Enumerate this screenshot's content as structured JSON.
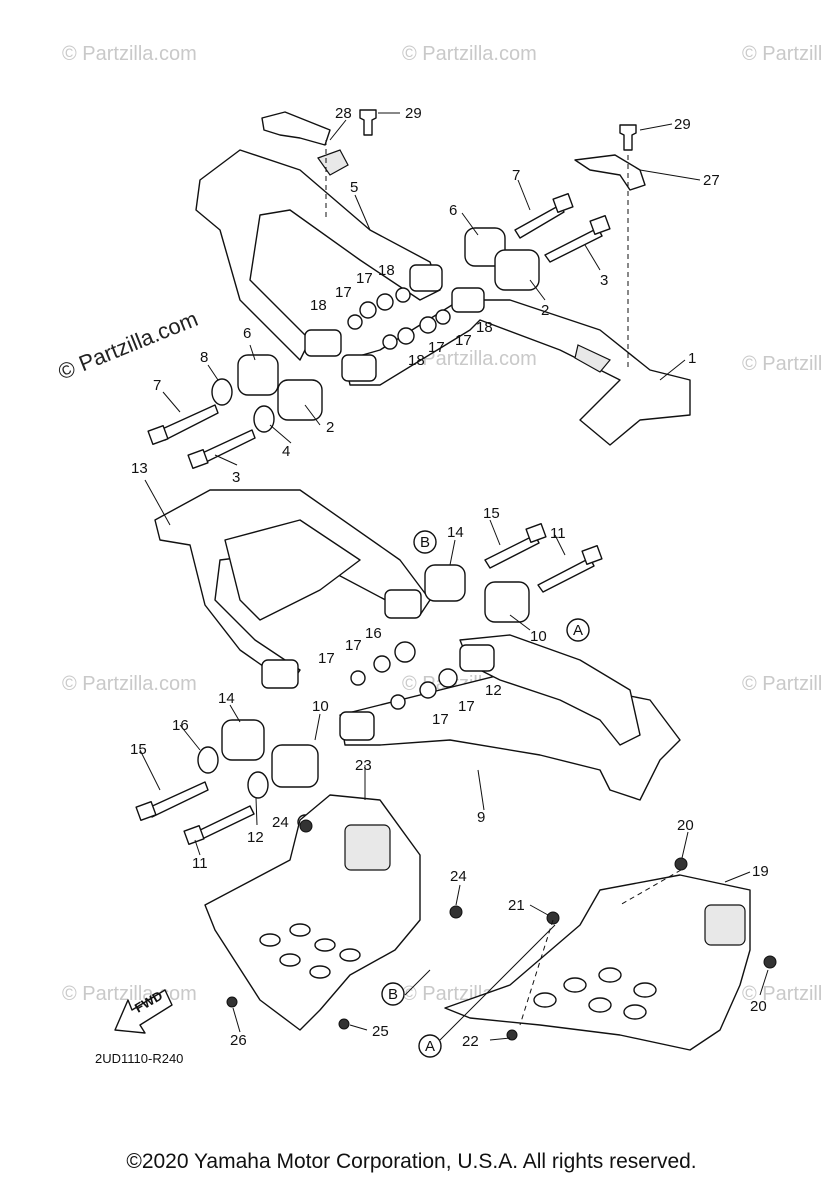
{
  "diagram": {
    "callouts": {
      "n1": "1",
      "n2a": "2",
      "n2b": "2",
      "n3a": "3",
      "n3b": "3",
      "n4": "4",
      "n5": "5",
      "n6a": "6",
      "n6b": "6",
      "n7a": "7",
      "n7b": "7",
      "n8": "8",
      "n9": "9",
      "n10a": "10",
      "n10b": "10",
      "n11a": "11",
      "n11b": "11",
      "n12a": "12",
      "n12b": "12",
      "n13": "13",
      "n14a": "14",
      "n14b": "14",
      "n15a": "15",
      "n15b": "15",
      "n16a": "16",
      "n16b": "16",
      "n17a": "17",
      "n17b": "17",
      "n17c": "17",
      "n17d": "17",
      "n17e": "17",
      "n17f": "17",
      "n18a": "18",
      "n18b": "18",
      "n18c": "18",
      "n18d": "18",
      "n19": "19",
      "n20a": "20",
      "n20b": "20",
      "n21": "21",
      "n22": "22",
      "n23": "23",
      "n24a": "24",
      "n24b": "24",
      "n25": "25",
      "n26": "26",
      "n27": "27",
      "n28": "28",
      "n29a": "29",
      "n29b": "29"
    },
    "ref_markers": {
      "a1": "A",
      "a2": "A",
      "b1": "B",
      "b2": "B"
    },
    "fwd_label": "FWD",
    "diagram_code": "2UD1110-R240",
    "watermark": "© Partzilla.com"
  },
  "footer": {
    "copyright": "©2020 Yamaha Motor Corporation, U.S.A. All rights reserved."
  }
}
